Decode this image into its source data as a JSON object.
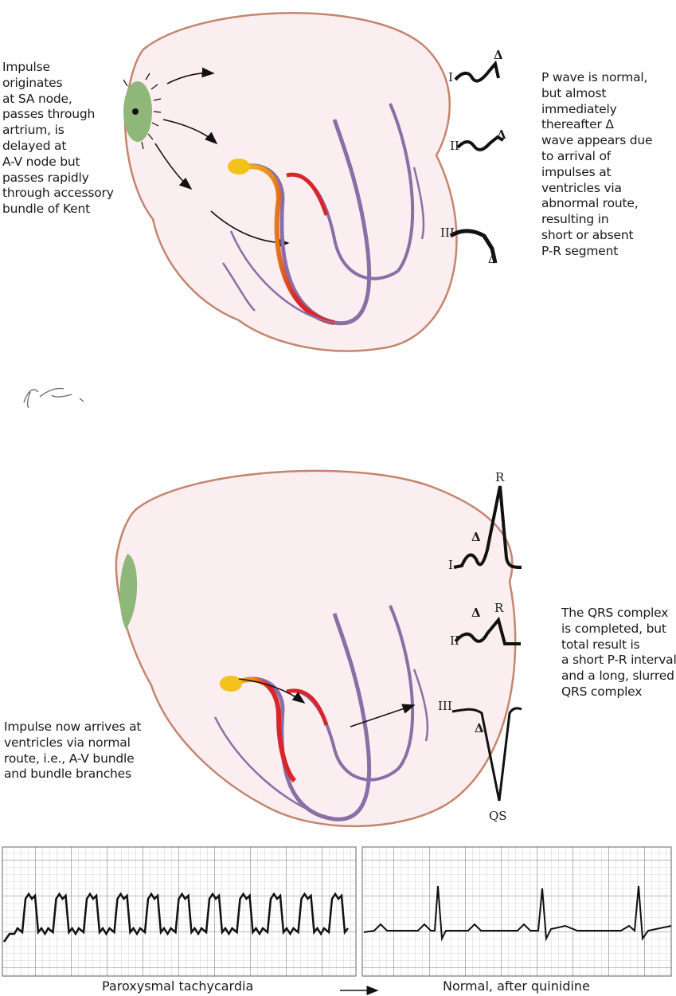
{
  "top_panel": {
    "left_text": [
      "Impulse",
      "originates",
      "at SA node,",
      "passes through",
      "artrium, is",
      "delayed at",
      "A-V node but",
      "passes rapidly",
      "through accessory",
      "bundle of Kent"
    ],
    "right_text": [
      "P wave is normal,",
      "but almost",
      "immediately",
      "thereafter Δ",
      "wave appears due",
      "to arrival of",
      "impulses at",
      "ventricles via",
      "abnormal route,",
      "resulting in",
      "short or absent",
      "P-R segment"
    ],
    "leads": [
      "I",
      "II",
      "III"
    ],
    "delta": "Δ"
  },
  "signature": "F. Netter M.D.",
  "bottom_panel": {
    "left_text": [
      "Impulse now arrives at",
      "ventricles via normal",
      "route, i.e., A-V bundle",
      "and bundle branches"
    ],
    "right_text": [
      "The QRS complex",
      "is completed, but",
      "total result is",
      "a short P-R interval",
      "and a long, slurred",
      "QRS complex"
    ],
    "leads": [
      "I",
      "II",
      "III"
    ],
    "r_label": "R",
    "qs_label": "QS",
    "delta": "Δ"
  },
  "ecg": {
    "left_caption": "Paroxysmal tachycardia",
    "right_caption": "Normal, after quinidine",
    "arrow": "right-arrow-icon"
  },
  "colors": {
    "heart_fill": "#fbeef0",
    "heart_outline": "#c4856e",
    "sa_node": "#8fb77a",
    "bundle_red": "#d8262b",
    "bundle_yellow": "#f2c21a",
    "purkinje": "#8a6fa6",
    "grid": "#9a9a9a"
  }
}
